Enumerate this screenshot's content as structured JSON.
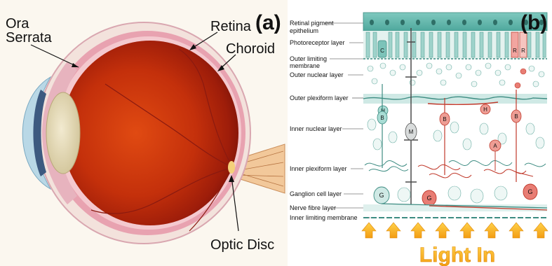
{
  "panel_a": {
    "letter": "(a)",
    "labels": {
      "ora_serrata_1": "Ora",
      "ora_serrata_2": "Serrata",
      "retina": "Retina",
      "choroid": "Choroid",
      "optic_disc": "Optic Disc"
    }
  },
  "panel_b": {
    "letter": "(b)",
    "layers": [
      "Retinal pigment",
      "epithelium",
      "Photoreceptor layer",
      "Outer limiting",
      "membrane",
      "Outer nuclear layer",
      "Outer plexiform layer",
      "Inner nuclear layer",
      "Inner plexiform layer",
      "Ganglion cell layer",
      "Nerve fibre layer",
      "Inner limiting membrane"
    ],
    "cell_letters": {
      "cone": "C",
      "rod_1": "R",
      "rod_2": "R",
      "horizontal_1": "H",
      "horizontal_2": "H",
      "bipolar_1": "B",
      "bipolar_2": "B",
      "bipolar_3": "B",
      "muller": "M",
      "amacrine": "A",
      "ganglion_1": "G",
      "ganglion_2": "G",
      "ganglion_3": "G"
    },
    "light_label": "Light In",
    "colors": {
      "teal": "#5fb5ad",
      "red": "#c0392b",
      "arrow": "#f39c12"
    }
  }
}
